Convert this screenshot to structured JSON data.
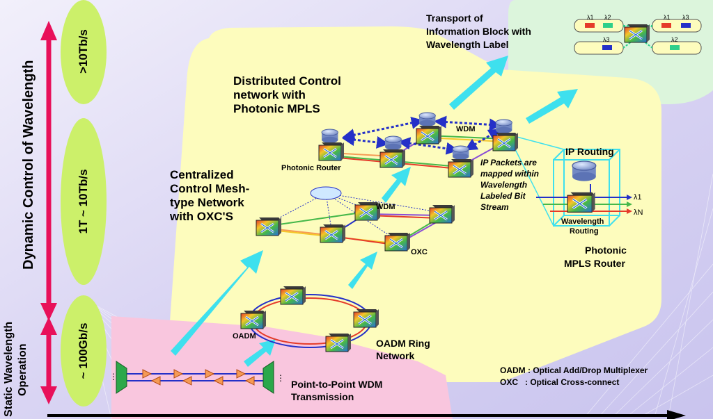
{
  "axis": {
    "dynamic_label": "Dynamic Control of Wavelength",
    "static_label_line1": "Static Wavelength",
    "static_label_line2": "Operation"
  },
  "capacity": {
    "top": ">10Tb/s",
    "middle": "1T ~ 10Tb/s",
    "bottom": "~ 100Gb/s"
  },
  "stages": {
    "p2p_line1": "Point-to-Point WDM",
    "p2p_line2": "Transmission",
    "ring_line1": "OADM Ring",
    "ring_line2": "Network",
    "mesh_line1": "Centralized",
    "mesh_line2": "Control Mesh-",
    "mesh_line3": "type Network",
    "mesh_line4": "with OXC'S",
    "dist_line1": "Distributed Control",
    "dist_line2": "network with",
    "dist_line3": "Photonic MPLS",
    "transport_line1": "Transport of",
    "transport_line2": "Information Block with",
    "transport_line3": "Wavelength Label"
  },
  "node_labels": {
    "oadm": "OADM",
    "oxc": "OXC",
    "wdm_mesh": "WDM",
    "wdm_dist": "WDM",
    "photonic_router": "Photonic Router",
    "ip_routing": "IP Routing",
    "wavelength_routing_line1": "Wavelength",
    "wavelength_routing_line2": "Routing",
    "ip_packets_line1": "IP Packets are",
    "ip_packets_line2": "mapped within",
    "ip_packets_line3": "Wavelength",
    "ip_packets_line4": "Labeled Bit",
    "ip_packets_line5": "Stream",
    "pmpls_line1": "Photonic",
    "pmpls_line2": "MPLS Router",
    "lambda_1": "λ1",
    "lambda_n": "λN",
    "lambda_2": "λ2",
    "lambda_3": "λ3"
  },
  "legend": {
    "oadm": "OADM : Optical Add/Drop Multiplexer",
    "oxc": "OXC   : Optical Cross-connect"
  },
  "colors": {
    "yellow_area": "#fdfcbd",
    "pink_area": "#f9c6de",
    "mint_area": "#dcf5dc",
    "arrow_cyan": "#3ee0ee",
    "axis_arrow": "#e8105a",
    "pill_green": "#ccf06a"
  }
}
